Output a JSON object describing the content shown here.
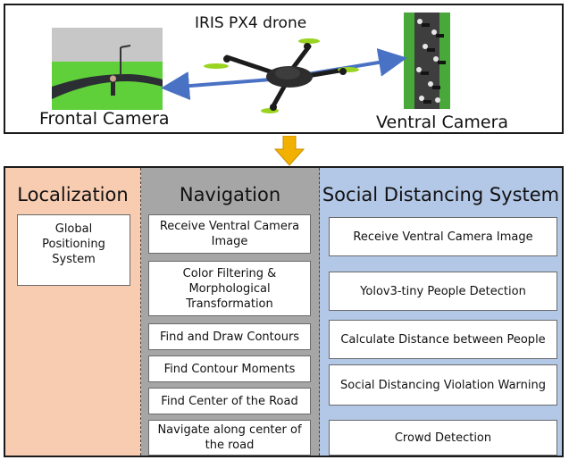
{
  "top": {
    "drone_title": "IRIS PX4 drone",
    "frontal_label": "Frontal Camera",
    "ventral_label": "Ventral Camera"
  },
  "colors": {
    "localization_bg": "#f7ccb1",
    "navigation_bg": "#a6a6a6",
    "social_bg": "#b3c7e6",
    "arrow": "#f2b100",
    "drone_arrows": "#4a72c4"
  },
  "icons": {
    "frontal": "frontal-camera-image",
    "ventral": "ventral-camera-image",
    "drone": "quadcopter-drone-icon",
    "flow": "down-arrow-icon"
  },
  "localization": {
    "title": "Localization",
    "items": [
      "Global Positioning System"
    ]
  },
  "navigation": {
    "title": "Navigation",
    "items": [
      "Receive Ventral Camera Image",
      "Color Filtering & Morphological Transformation",
      "Find and Draw Contours",
      "Find Contour Moments",
      "Find Center of the Road",
      "Navigate along center of the road"
    ]
  },
  "social": {
    "title": "Social Distancing System",
    "items": [
      "Receive Ventral Camera Image",
      "Yolov3-tiny People Detection",
      "Calculate Distance between People",
      "Social Distancing Violation Warning",
      "Crowd Detection"
    ]
  }
}
